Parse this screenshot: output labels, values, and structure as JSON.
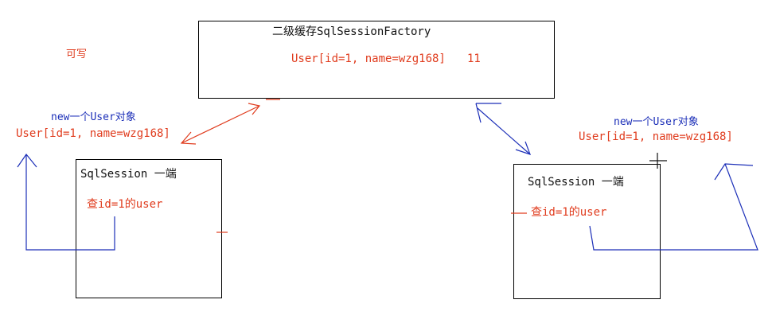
{
  "colors": {
    "text": "#111111",
    "red": "#e03c1e",
    "blue": "#1c2fb8",
    "border": "#000000"
  },
  "factory": {
    "title": "二级缓存SqlSessionFactory",
    "cached_user": "User[id=1, name=wzg168]",
    "count": "11"
  },
  "writable_label": "可写",
  "left": {
    "new_user_label": "new一个User对象",
    "user_value": "User[id=1, name=wzg168]",
    "session_title": "SqlSession 一端",
    "query_label": "查id=1的user"
  },
  "right": {
    "new_user_label": "new一个User对象",
    "user_value": "User[id=1, name=wzg168]",
    "session_title": "SqlSession 一端",
    "query_label": "查id=1的user"
  }
}
